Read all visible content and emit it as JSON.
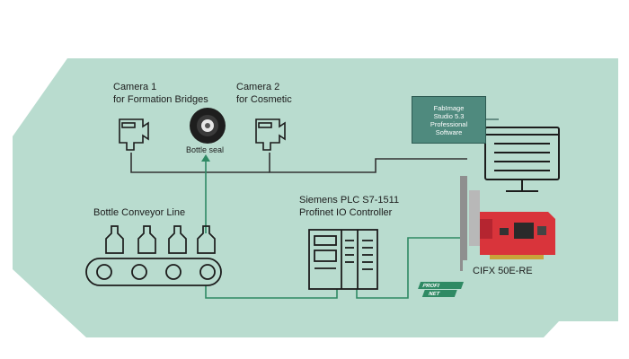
{
  "labels": {
    "camera1_line1": "Camera 1",
    "camera1_line2": "for Formation Bridges",
    "camera2_line1": "Camera 2",
    "camera2_line2": "for Cosmetic",
    "bottle_seal": "Bottle seal",
    "software_line1": "FabImage",
    "software_line2": "Studio 5.3",
    "software_line3": "Professional",
    "software_line4": "Software",
    "plc_line1": "Siemens PLC S7-1511",
    "plc_line2": "Profinet IO Controller",
    "conveyor": "Bottle Conveyor Line",
    "card": "CIFX 50E-RE",
    "profinet_top": "PROFI",
    "profinet_bottom": "NET"
  },
  "colors": {
    "background_panel": "#b9dccf",
    "software_box": "#4f8a7e",
    "network_line": "#2f8a64",
    "camera_line": "#333333",
    "card_red": "#d9343b"
  },
  "icons": [
    "camera-icon",
    "camera-icon",
    "bottle-seal-icon",
    "computer-monitor-icon",
    "plc-icon",
    "conveyor-icon",
    "bottle-icon",
    "pcie-card-icon",
    "profinet-logo-icon"
  ]
}
